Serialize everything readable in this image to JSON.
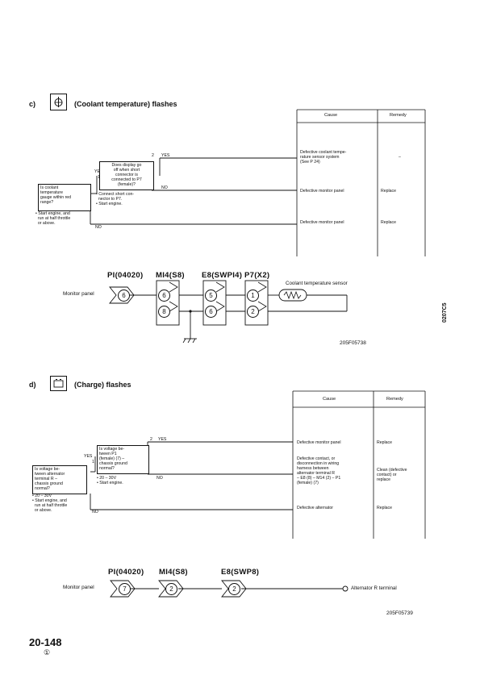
{
  "section_c": {
    "letter": "c)",
    "title": "(Coolant temperature) flashes",
    "icon": "coolant-temperature-icon",
    "table": {
      "cause_header": "Cause",
      "remedy_header": "Remedy"
    },
    "q1": {
      "num": "1",
      "text": "Is coolant\ntemperature\ngauge within red\nrange?",
      "yes": "YES",
      "no": "NO",
      "note": "• Start engine, and\n  run at half throttle\n  or above."
    },
    "q2": {
      "num": "2",
      "text": "Does display go\noff when short\nconnector is\nconnected to P7\n(female)?",
      "yes": "YES",
      "no": "NO",
      "note": "• Connect short con-\n  nector to P7.\n• Start engine."
    },
    "rows": [
      {
        "cause": "Defective coolant tempe-\nrature sensor system\n(See P 24)",
        "remedy": "–"
      },
      {
        "cause": "Defective monitor panel",
        "remedy": "Replace"
      },
      {
        "cause": "Defective monitor panel",
        "remedy": "Replace"
      }
    ],
    "diagram": {
      "monitor_label": "Monitor panel",
      "connectors": [
        "PI(04020)",
        "MI4(S8)",
        "E8(SWPI4)",
        "P7(X2)"
      ],
      "pins": [
        "6",
        "6",
        "8",
        "5",
        "6",
        "1",
        "2"
      ],
      "sensor_label": "Coolant temperature sensor",
      "fig": "205F05738"
    }
  },
  "section_d": {
    "letter": "d)",
    "title": "(Charge) flashes",
    "icon": "battery-charge-icon",
    "table": {
      "cause_header": "Cause",
      "remedy_header": "Remedy"
    },
    "q1": {
      "num": "1",
      "text": "Is voltage be-\ntween alternator\nterminal R –\nchassis ground\nnormal?",
      "yes": "YES",
      "no": "NO",
      "note": "• 20 – 30V\n• Start engine, and\n  run at half throttle\n  or above."
    },
    "q2": {
      "num": "2",
      "text": "Is voltage be-\ntween P1\n(female) (7) –\nchassis ground\nnormal?",
      "yes": "YES",
      "no": "NO",
      "note": "• 20 – 30V\n• Start engine."
    },
    "rows": [
      {
        "cause": "Defective monitor panel",
        "remedy": "Replace"
      },
      {
        "cause": "Defective contact, or\ndisconnection in wiring\nharness between\nalternator terminal R\n– E8 (8) – M14 (2) – P1\n(female) (7)",
        "remedy": "Clean (defective\ncontact) or\nreplace"
      },
      {
        "cause": "Defective alternator",
        "remedy": "Replace"
      }
    ],
    "diagram": {
      "monitor_label": "Monitor panel",
      "connectors": [
        "PI(04020)",
        "MI4(S8)",
        "E8(SWP8)"
      ],
      "pins": [
        "7",
        "2",
        "2"
      ],
      "terminal_label": "Alternator R terminal",
      "fig": "205F05739"
    }
  },
  "side_code": "0207C5",
  "page_number": "20-148",
  "page_sub": "①"
}
